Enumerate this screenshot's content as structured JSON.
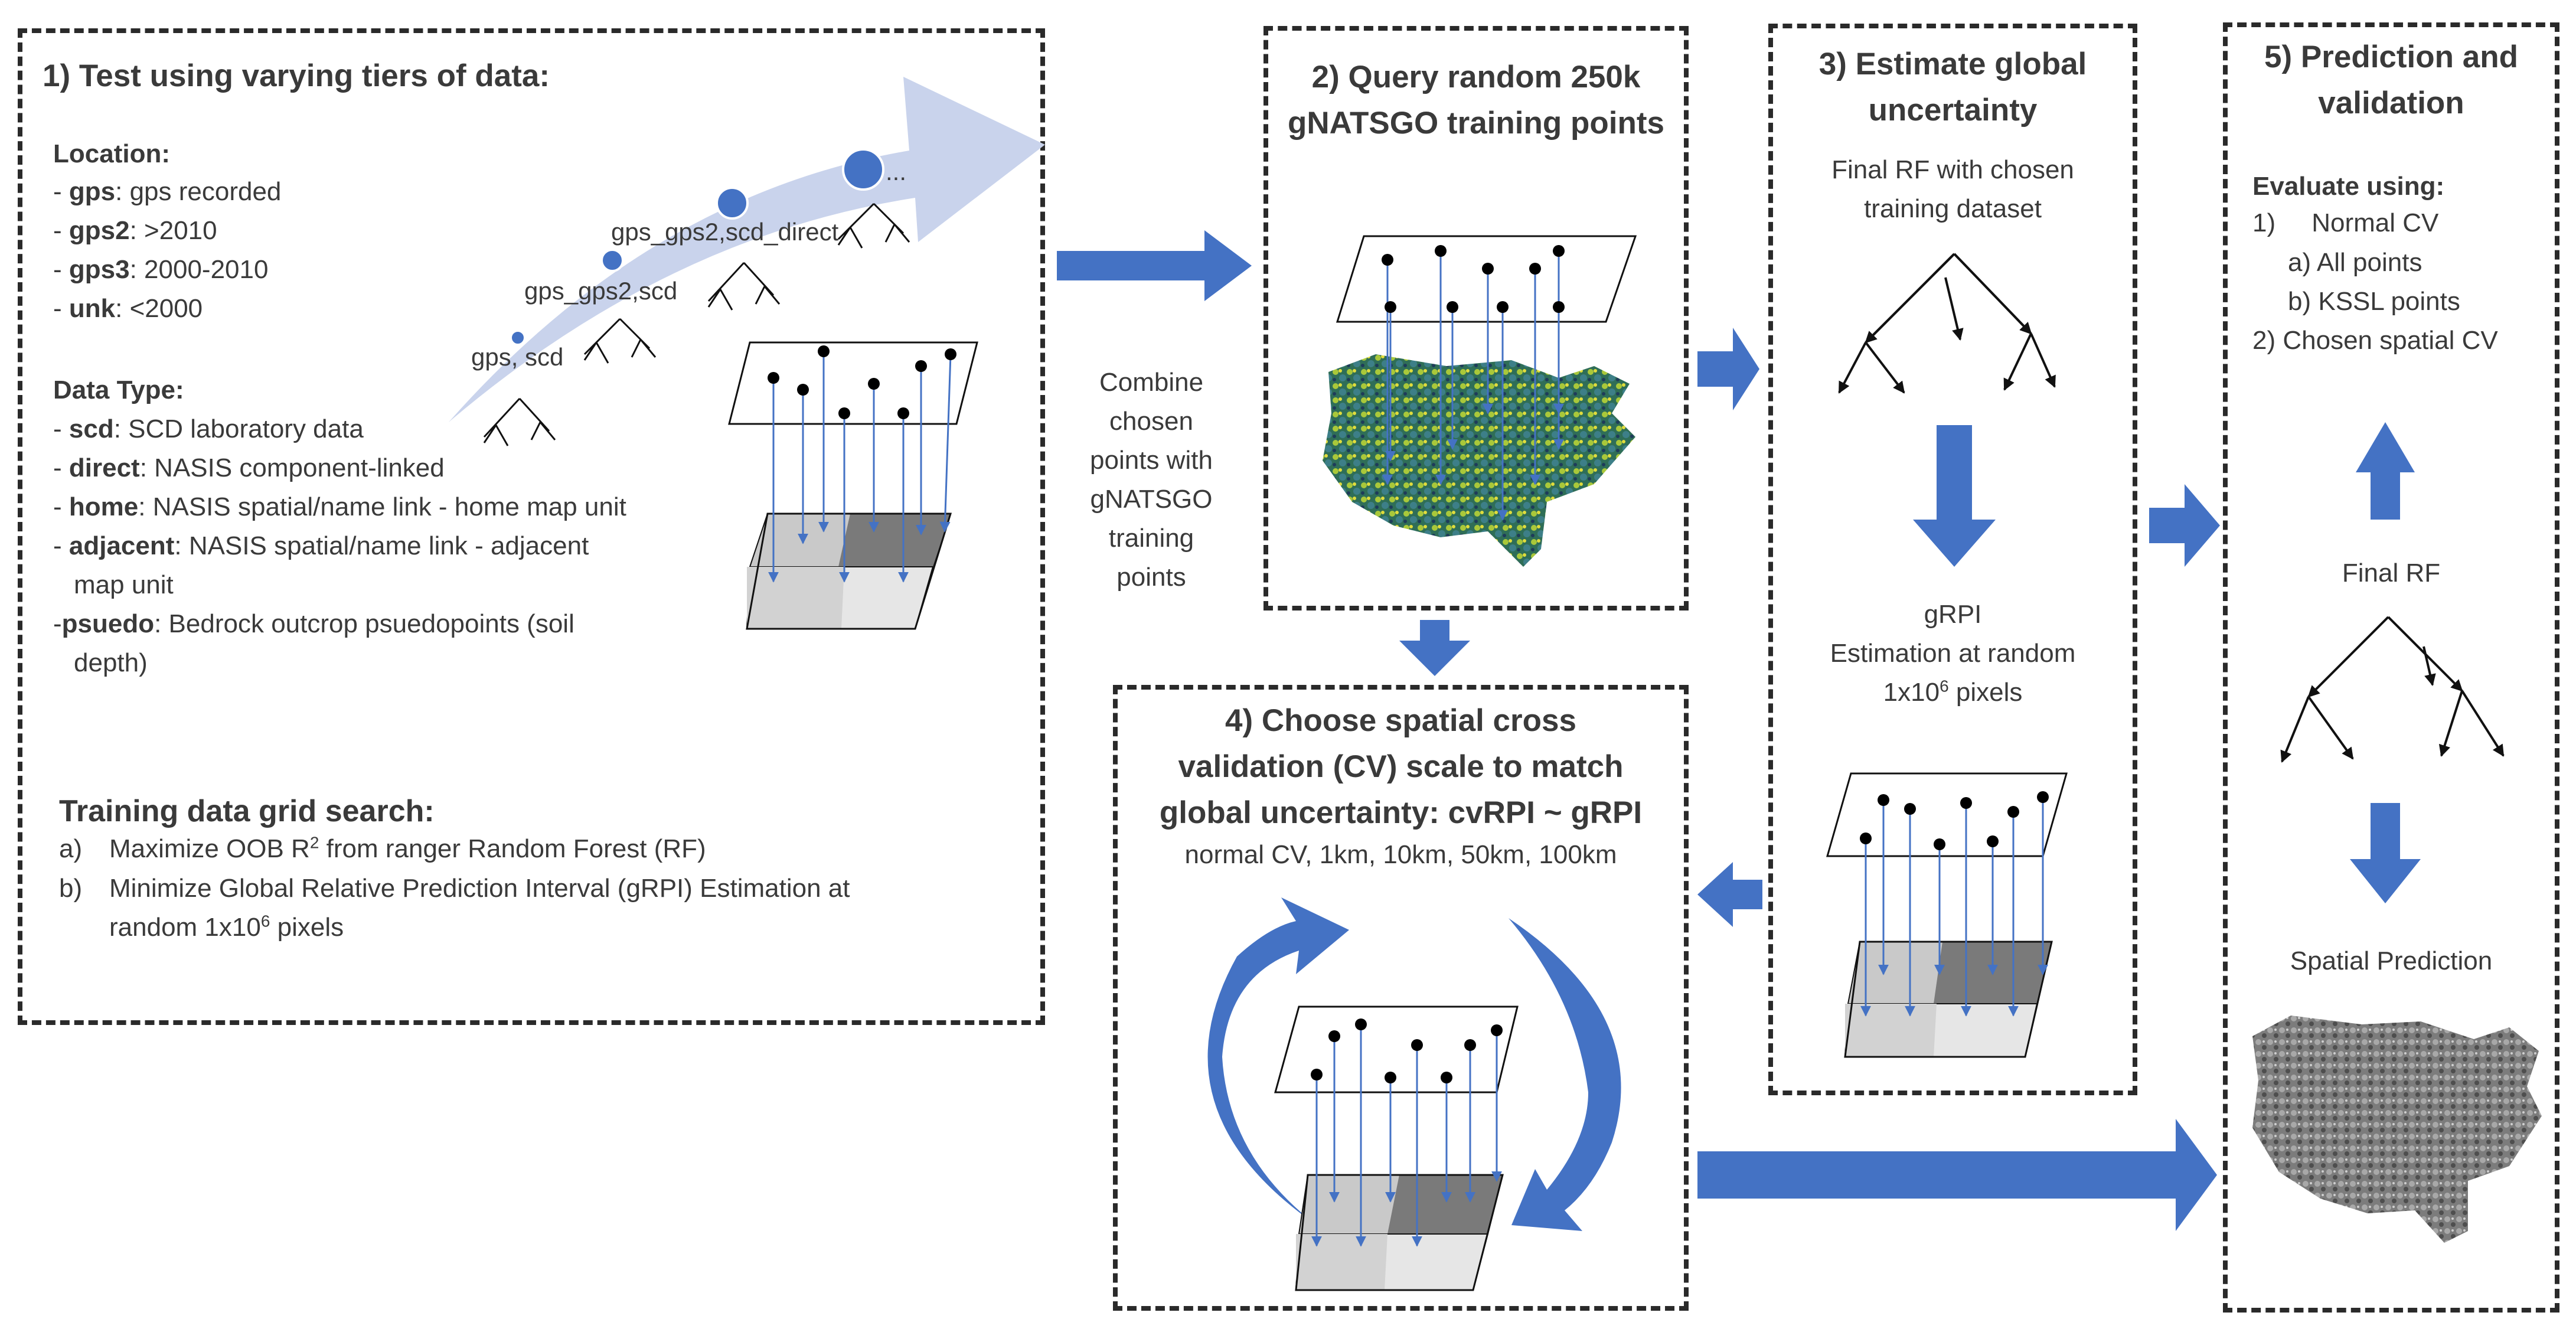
{
  "panel1": {
    "title": "1) Test using varying tiers of data:",
    "location_heading": "Location:",
    "location": [
      {
        "key": "gps",
        "desc": ": gps recorded"
      },
      {
        "key": "gps2",
        "desc": ": >2010"
      },
      {
        "key": "gps3",
        "desc": ": 2000-2010"
      },
      {
        "key": "unk",
        "desc": ": <2000"
      }
    ],
    "datatype_heading": "Data Type:",
    "datatype": [
      {
        "key": "scd",
        "desc": ": SCD laboratory data"
      },
      {
        "key": "direct",
        "desc": ": NASIS component-linked"
      },
      {
        "key": "home",
        "desc": ": NASIS spatial/name link - home map unit"
      },
      {
        "key": "adjacent",
        "desc": ": NASIS spatial/name link - adjacent"
      },
      {
        "key": "psuedo",
        "desc": ": Bedrock outcrop psuedopoints (soil"
      }
    ],
    "adjacent_cont": "map unit",
    "psuedo_cont": "depth)",
    "tiers": [
      "gps, scd",
      "gps_gps2,scd",
      "gps_gps2,scd_direct",
      "..."
    ],
    "grid_heading": "Training data grid search:",
    "grid_a_marker": "a)",
    "grid_a_text": "Maximize OOB R",
    "grid_a_sup": "2",
    "grid_a_tail": " from ranger Random Forest (RF)",
    "grid_b_marker": "b)",
    "grid_b_text": "Minimize Global Relative Prediction Interval (gRPI) Estimation at",
    "grid_b_cont": "random 1x10",
    "grid_b_sup": "6",
    "grid_b_tail": " pixels"
  },
  "combine_text": [
    "Combine",
    "chosen",
    "points with",
    "gNATSGO",
    "training",
    "points"
  ],
  "panel2": {
    "title_lines": [
      "2) Query random 250k",
      "gNATSGO training points"
    ]
  },
  "panel3": {
    "title_lines": [
      "3) Estimate global",
      "uncertainty"
    ],
    "rf_lines": [
      "Final RF with chosen",
      "training dataset"
    ],
    "grpi_lines": [
      "gRPI",
      "Estimation at random"
    ],
    "grpi_px": "1x10",
    "grpi_sup": "6",
    "grpi_tail": " pixels"
  },
  "panel4": {
    "title_lines": [
      "4) Choose spatial cross",
      "validation (CV) scale to match",
      "global uncertainty: cvRPI ~ gRPI"
    ],
    "scales": "normal CV, 1km, 10km, 50km, 100km"
  },
  "panel5": {
    "title_lines": [
      "5) Prediction and",
      "validation"
    ],
    "eval_heading": "Evaluate using:",
    "eval_items": [
      "1)     Normal CV",
      "a) All points",
      "b) KSSL points",
      "2) Chosen spatial CV"
    ],
    "final_rf": "Final RF",
    "spatial_pred": "Spatial Prediction"
  },
  "colors": {
    "arrow": "#4472c4",
    "dash": "#2a2a2a",
    "grid_dark": "#7a7a7a",
    "grid_mid": "#bdbdbd",
    "grid_light": "#e6e6e6",
    "band": "#c9d3ec"
  }
}
